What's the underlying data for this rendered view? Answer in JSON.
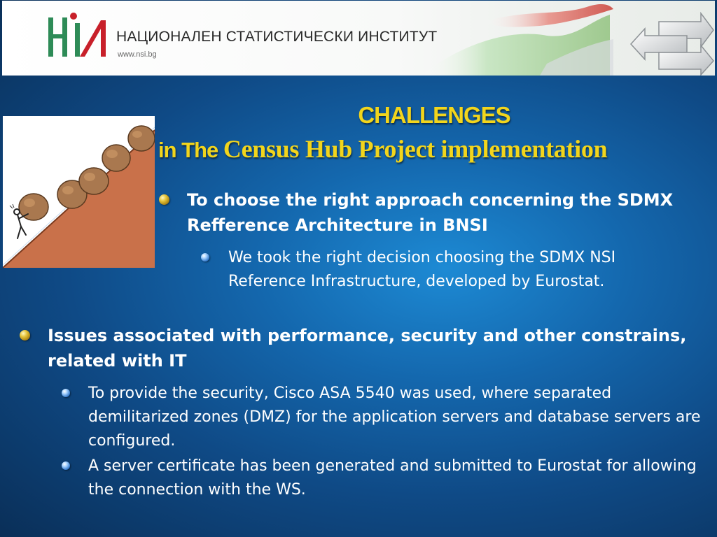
{
  "header": {
    "institute_name": "НАЦИОНАЛЕН СТАТИСТИЧЕСКИ ИНСТИТУТ",
    "url": "www.nsi.bg"
  },
  "title": {
    "line1": "CHALLENGES",
    "line2_lead": "in The ",
    "line2_rest": "Census Hub Project  implementation"
  },
  "sections": [
    {
      "text": "To choose the right approach concerning the SDMX Refference Architecture in BNSI",
      "subitems": [
        "We took the right decision choosing the SDMX NSI Reference Infrastructure, developed by Eurostat."
      ]
    },
    {
      "text": "Issues   associated with performance, security and other constrains, related with IT",
      "subitems": [
        "To provide the security, Cisco ASA 5540 was used, where separated demilitarized zones (DMZ) for the application servers and  database servers are configured.",
        "A server certificate has been generated and submitted to Eurostat for allowing the connection with the WS."
      ]
    }
  ],
  "colors": {
    "title": "#f2d51c",
    "text": "#ffffff",
    "background": "#1467ad",
    "logo_red": "#c8202a",
    "logo_green": "#2e8b57"
  },
  "icons": {
    "logo": "nsi-logo-icon",
    "illustration": "uphill-boulders-icon"
  }
}
